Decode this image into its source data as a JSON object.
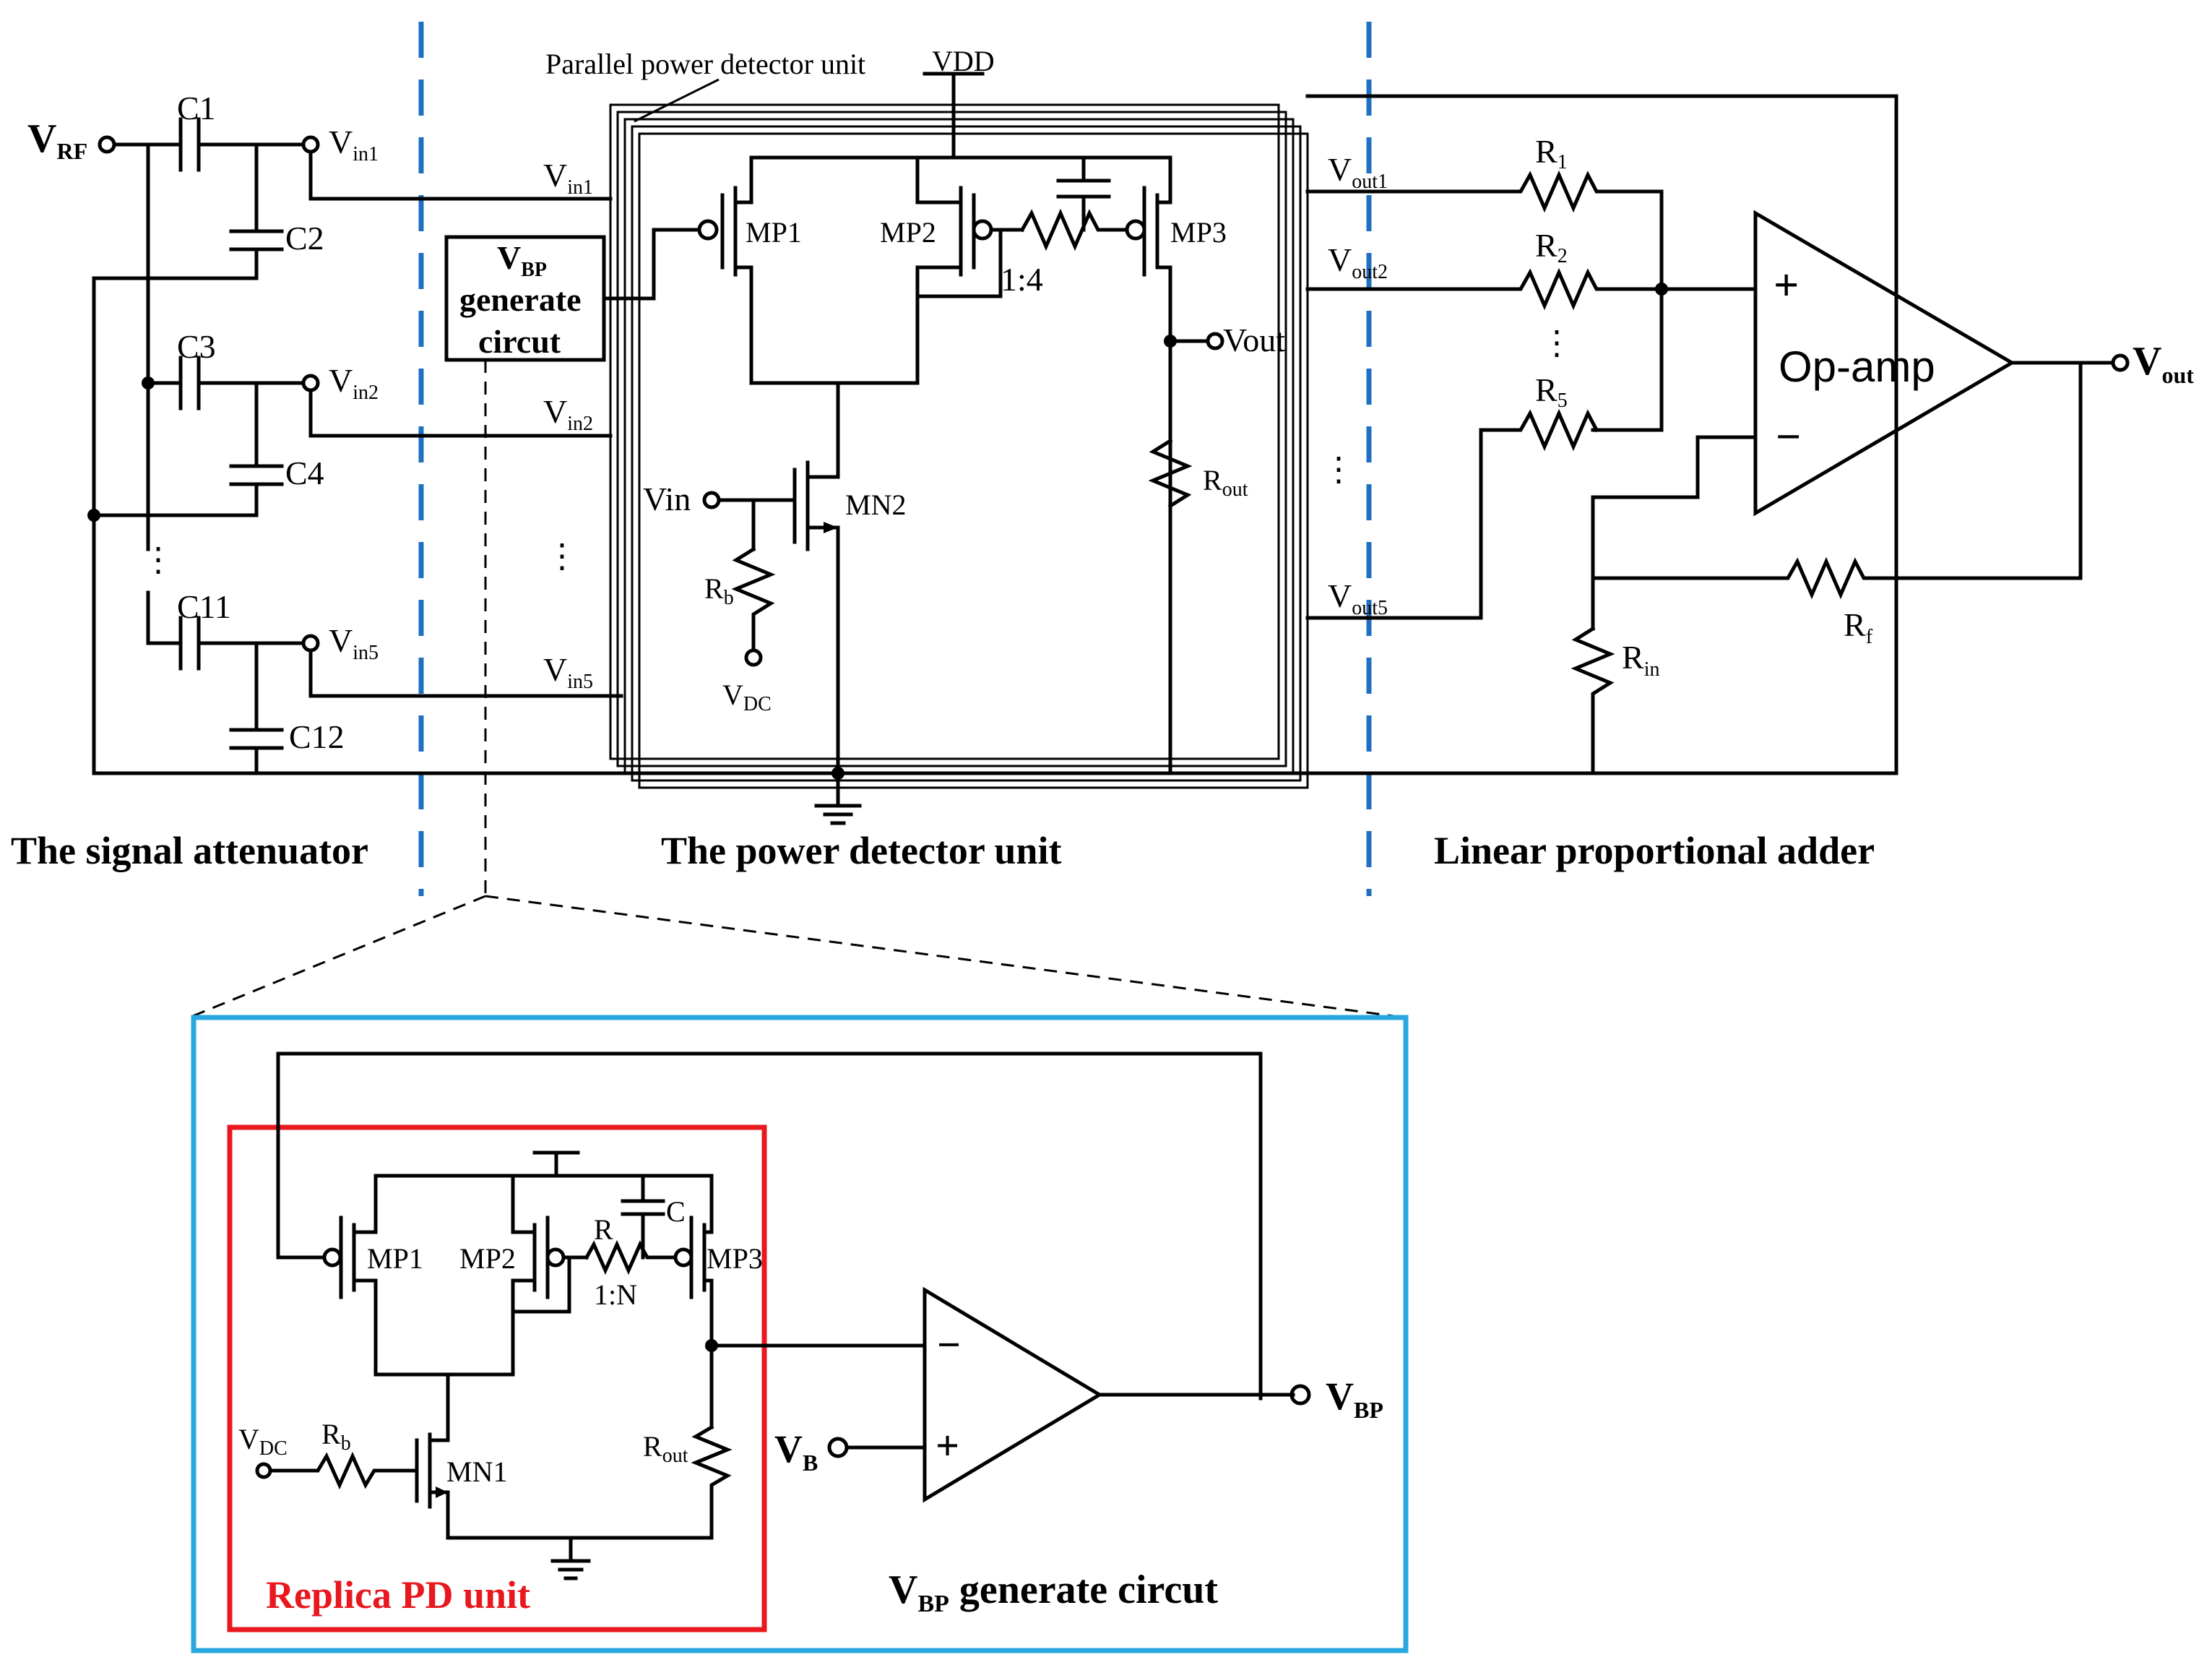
{
  "sections": {
    "attenuator": "The signal attenuator",
    "detector": "The power detector unit",
    "adder": "Linear proportional adder",
    "vbp_circuit": "V_BP generate circut",
    "replica": "Replica PD unit"
  },
  "labels": {
    "parallel_unit": "Parallel  power detector unit",
    "vdd": "VDD",
    "vrf_main": "V",
    "vrf_sub": "RF",
    "c1": "C1",
    "c2": "C2",
    "c3": "C3",
    "c4": "C4",
    "c11": "C11",
    "c12": "C12",
    "vin_main": "V",
    "vin1_sub": "in1",
    "vin2_sub": "in2",
    "vin5_sub": "in5",
    "vbp_block_main": "V",
    "vbp_block_sub": "BP",
    "vbp_block_line2": "generate",
    "vbp_block_line3": "circut",
    "mp1": "MP1",
    "mp2": "MP2",
    "mp3": "MP3",
    "mn2": "MN2",
    "mn1": "MN1",
    "ratio_main": "1:4",
    "ratio_replica": "1:N",
    "vout_node": "Vout",
    "vin_node": "Vin",
    "rb_main": "R",
    "rb_sub": "b",
    "vdc_main": "V",
    "vdc_sub": "DC",
    "rout_main": "R",
    "rout_sub": "out",
    "vout_main": "V",
    "vout1_sub": "out1",
    "vout2_sub": "out2",
    "vout5_sub": "out5",
    "r_main": "R",
    "r1_sub": "1",
    "r2_sub": "2",
    "r5_sub": "5",
    "opamp": "Op-amp",
    "plus": "+",
    "minus": "−",
    "vout_final_main": "V",
    "vout_final_sub": "out",
    "rf_main": "R",
    "rf_sub": "f",
    "rin_main": "R",
    "rin_sub": "in",
    "r_replica": "R",
    "c_replica": "C",
    "vb_main": "V",
    "vb_sub": "B",
    "vbp_out_main": "V",
    "vbp_out_sub": "BP",
    "vbp_title_main": "V",
    "vbp_title_sub": "BP",
    "vbp_title_rest": "  generate circut",
    "dots": "⋮"
  },
  "colors": {
    "divider": "#1f6fc2",
    "zoom_box": "#29a8e0",
    "replica_box": "#e8181e",
    "replica_text": "#e8181e"
  }
}
